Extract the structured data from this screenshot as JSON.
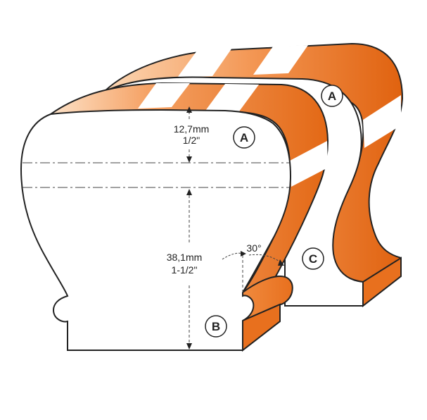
{
  "colors": {
    "orange_dark": "#e8701e",
    "orange_light": "#fbd1a8",
    "outline": "#222222",
    "background": "#ffffff"
  },
  "dimensions": {
    "top_height_mm": "12,7mm",
    "top_height_in": "1/2\"",
    "main_height_mm": "38,1mm",
    "main_height_in": "1-1/2\"",
    "angle": "30°"
  },
  "labels": {
    "front_a": "A",
    "back_a": "A",
    "front_b": "B",
    "back_c": "C"
  }
}
